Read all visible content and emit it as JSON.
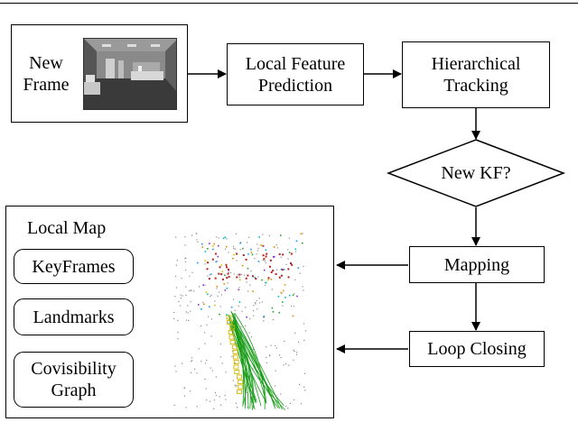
{
  "nodes": {
    "new_frame": "New\nFrame",
    "local_feature_prediction": "Local Feature\nPrediction",
    "hierarchical_tracking": "Hierarchical\nTracking",
    "new_kf": "New KF?",
    "mapping": "Mapping",
    "loop_closing": "Loop Closing"
  },
  "local_map": {
    "title": "Local Map",
    "items": [
      "KeyFrames",
      "Landmarks",
      "Covisibility\nGraph"
    ]
  },
  "colors": {
    "stroke": "#000000",
    "graph_edges": "#1a9e1a",
    "keyframe_markers": "#d4b800",
    "red_points": "#b22222"
  }
}
